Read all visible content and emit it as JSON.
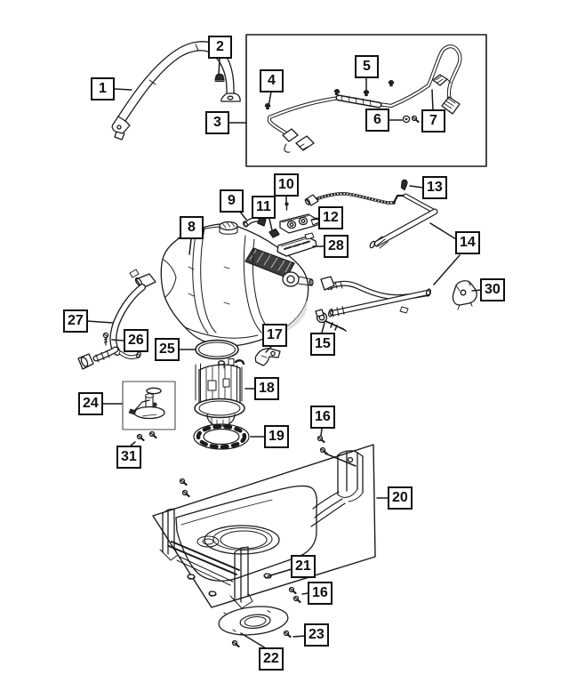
{
  "diagram": {
    "kind": "exploded-parts-diagram",
    "subject": "fuel-tank-assembly"
  },
  "colors": {
    "background": "#ffffff",
    "line": "#1a1a1a",
    "callout_border": "#0f0f0f",
    "dark_fill": "#333333"
  },
  "callouts": {
    "c1": "1",
    "c2": "2",
    "c3": "3",
    "c4": "4",
    "c5": "5",
    "c6": "6",
    "c7": "7",
    "c8": "8",
    "c9": "9",
    "c10": "10",
    "c11": "11",
    "c12": "12",
    "c13": "13",
    "c14": "14",
    "c15": "15",
    "c16_upper": "16",
    "c16_lower": "16",
    "c17": "17",
    "c18": "18",
    "c19": "19",
    "c20": "20",
    "c21": "21",
    "c22": "22",
    "c23": "23",
    "c24": "24",
    "c25": "25",
    "c26": "26",
    "c27": "27",
    "c28": "28",
    "c30": "30",
    "c31": "31"
  }
}
